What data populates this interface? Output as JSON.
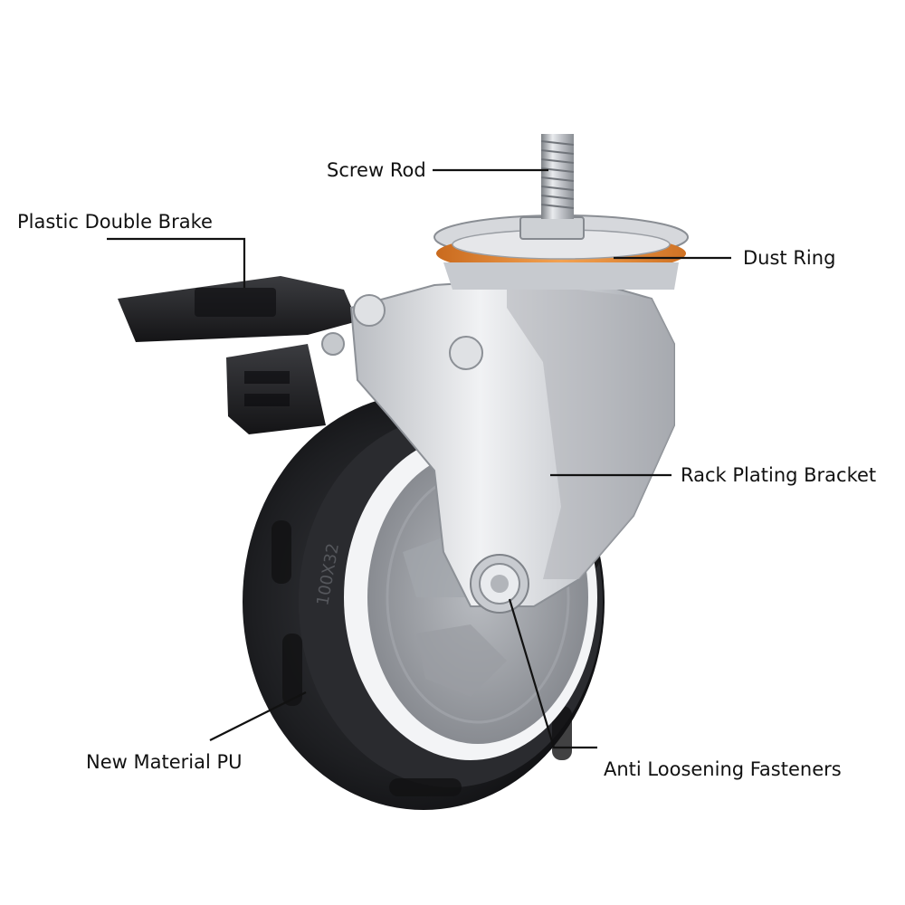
{
  "callouts": {
    "screw_rod": "Screw Rod",
    "plastic_double_brake": "Plastic Double Brake",
    "dust_ring": "Dust Ring",
    "rack_plating_bracket": "Rack Plating Bracket",
    "new_material_pu": "New Material PU",
    "anti_loosening_fasteners": "Anti Loosening Fasteners"
  },
  "wheel_marking": "100X32",
  "colors": {
    "dust_ring": "#e8862f",
    "tire": "#1c1c1e",
    "hub": "#8f9298",
    "bracket": "#c9ccd1",
    "brake": "#1e1e20",
    "leader_line": "#111111"
  }
}
